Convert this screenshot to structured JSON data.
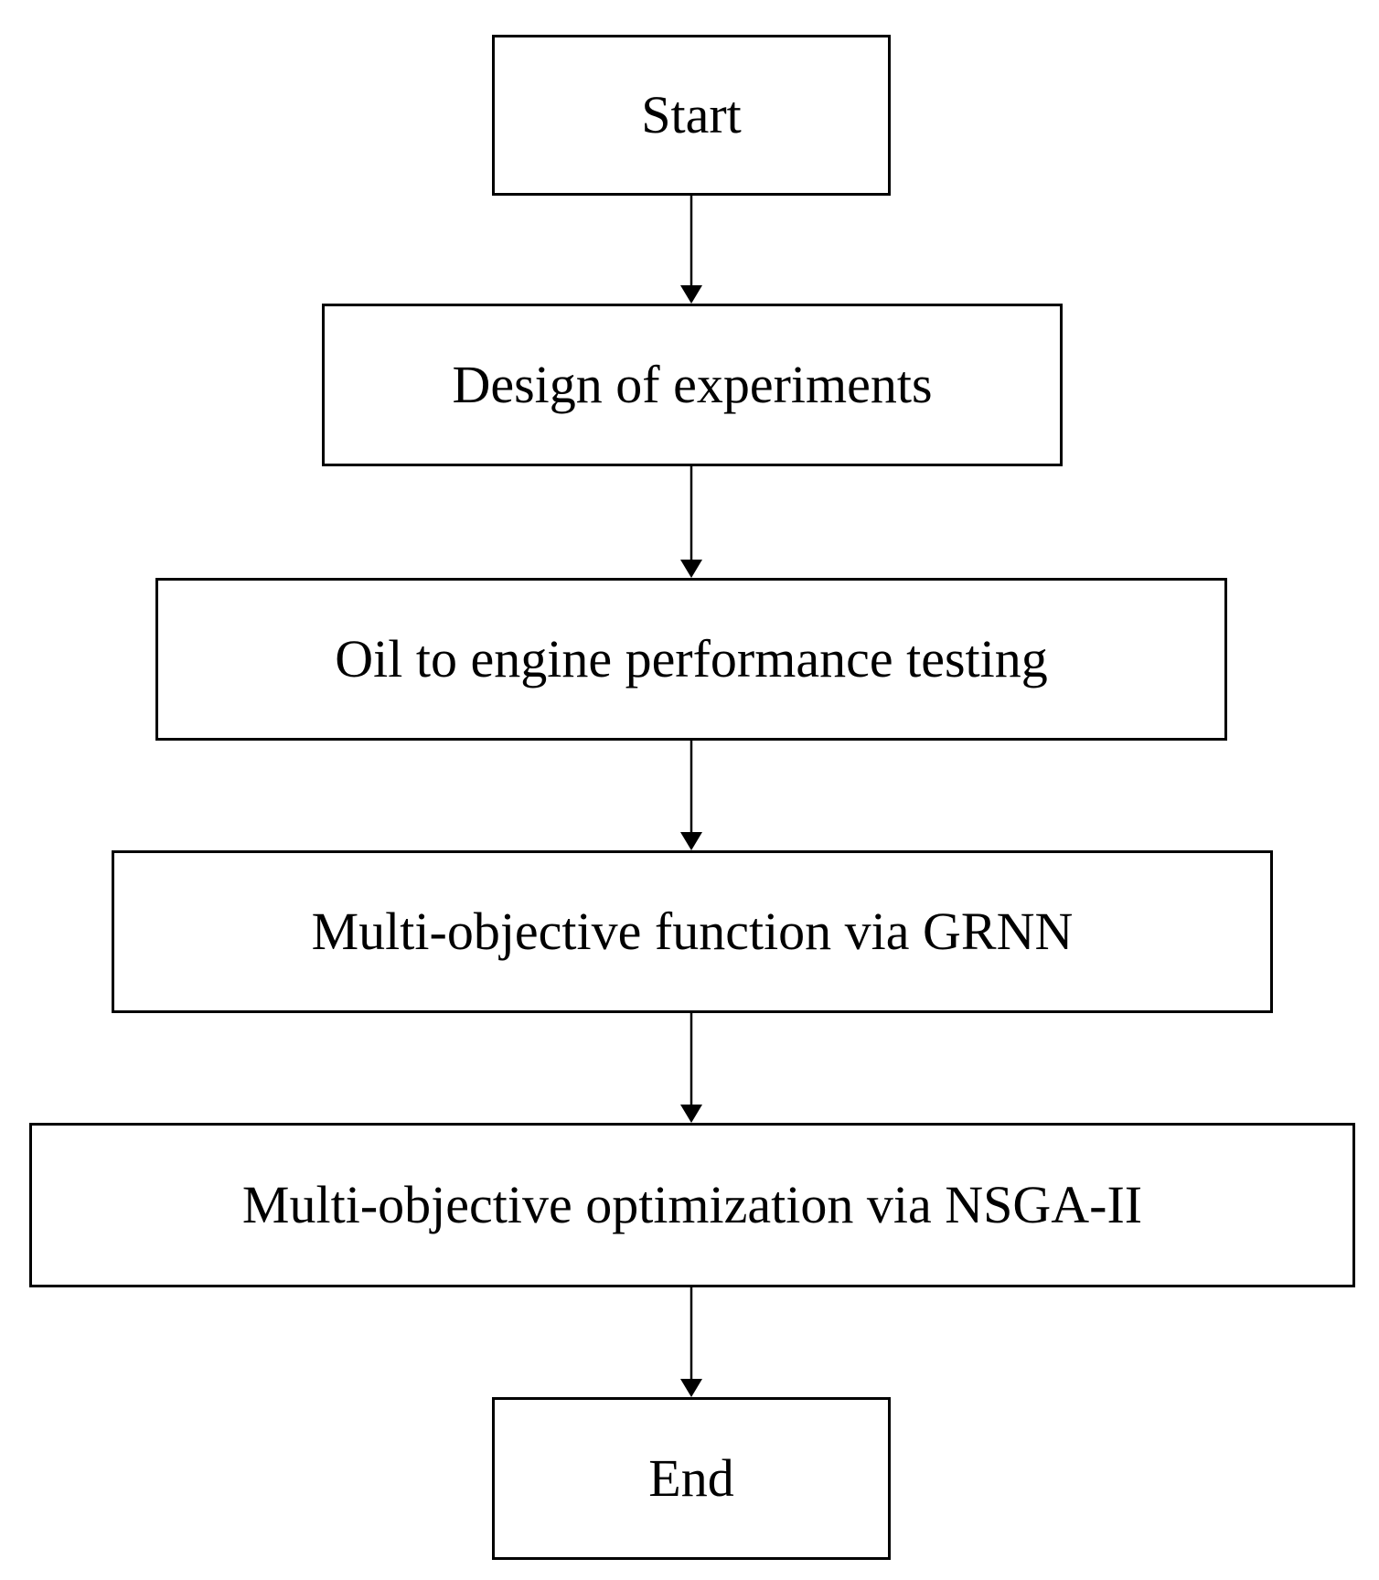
{
  "flowchart": {
    "steps": [
      {
        "label": "Start"
      },
      {
        "label": "Design of experiments"
      },
      {
        "label": "Oil to engine performance testing"
      },
      {
        "label": "Multi-objective function via GRNN"
      },
      {
        "label": "Multi-objective optimization via NSGA-II"
      },
      {
        "label": "End"
      }
    ],
    "colors": {
      "stroke": "#000000",
      "box_fill": "#ffffff",
      "text": "#000000"
    }
  }
}
